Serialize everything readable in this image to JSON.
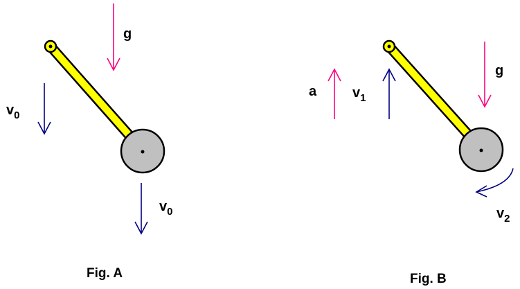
{
  "figure_a": {
    "caption": "Fig. A",
    "gravity_label": "g",
    "velocity_left": {
      "symbol": "v",
      "subscript": "0"
    },
    "velocity_bottom": {
      "symbol": "v",
      "subscript": "0"
    }
  },
  "figure_b": {
    "caption": "Fig. B",
    "gravity_label": "g",
    "acceleration_label": "a",
    "velocity_1": {
      "symbol": "v",
      "subscript": "1"
    },
    "velocity_2": {
      "symbol": "v",
      "subscript": "2"
    }
  },
  "colors": {
    "rod": "#ffff00",
    "disc": "#c0c0c0",
    "outline": "#000000",
    "gravity_arrow": "#ff0080",
    "velocity_arrow": "#000080",
    "background": "#ffffff"
  }
}
